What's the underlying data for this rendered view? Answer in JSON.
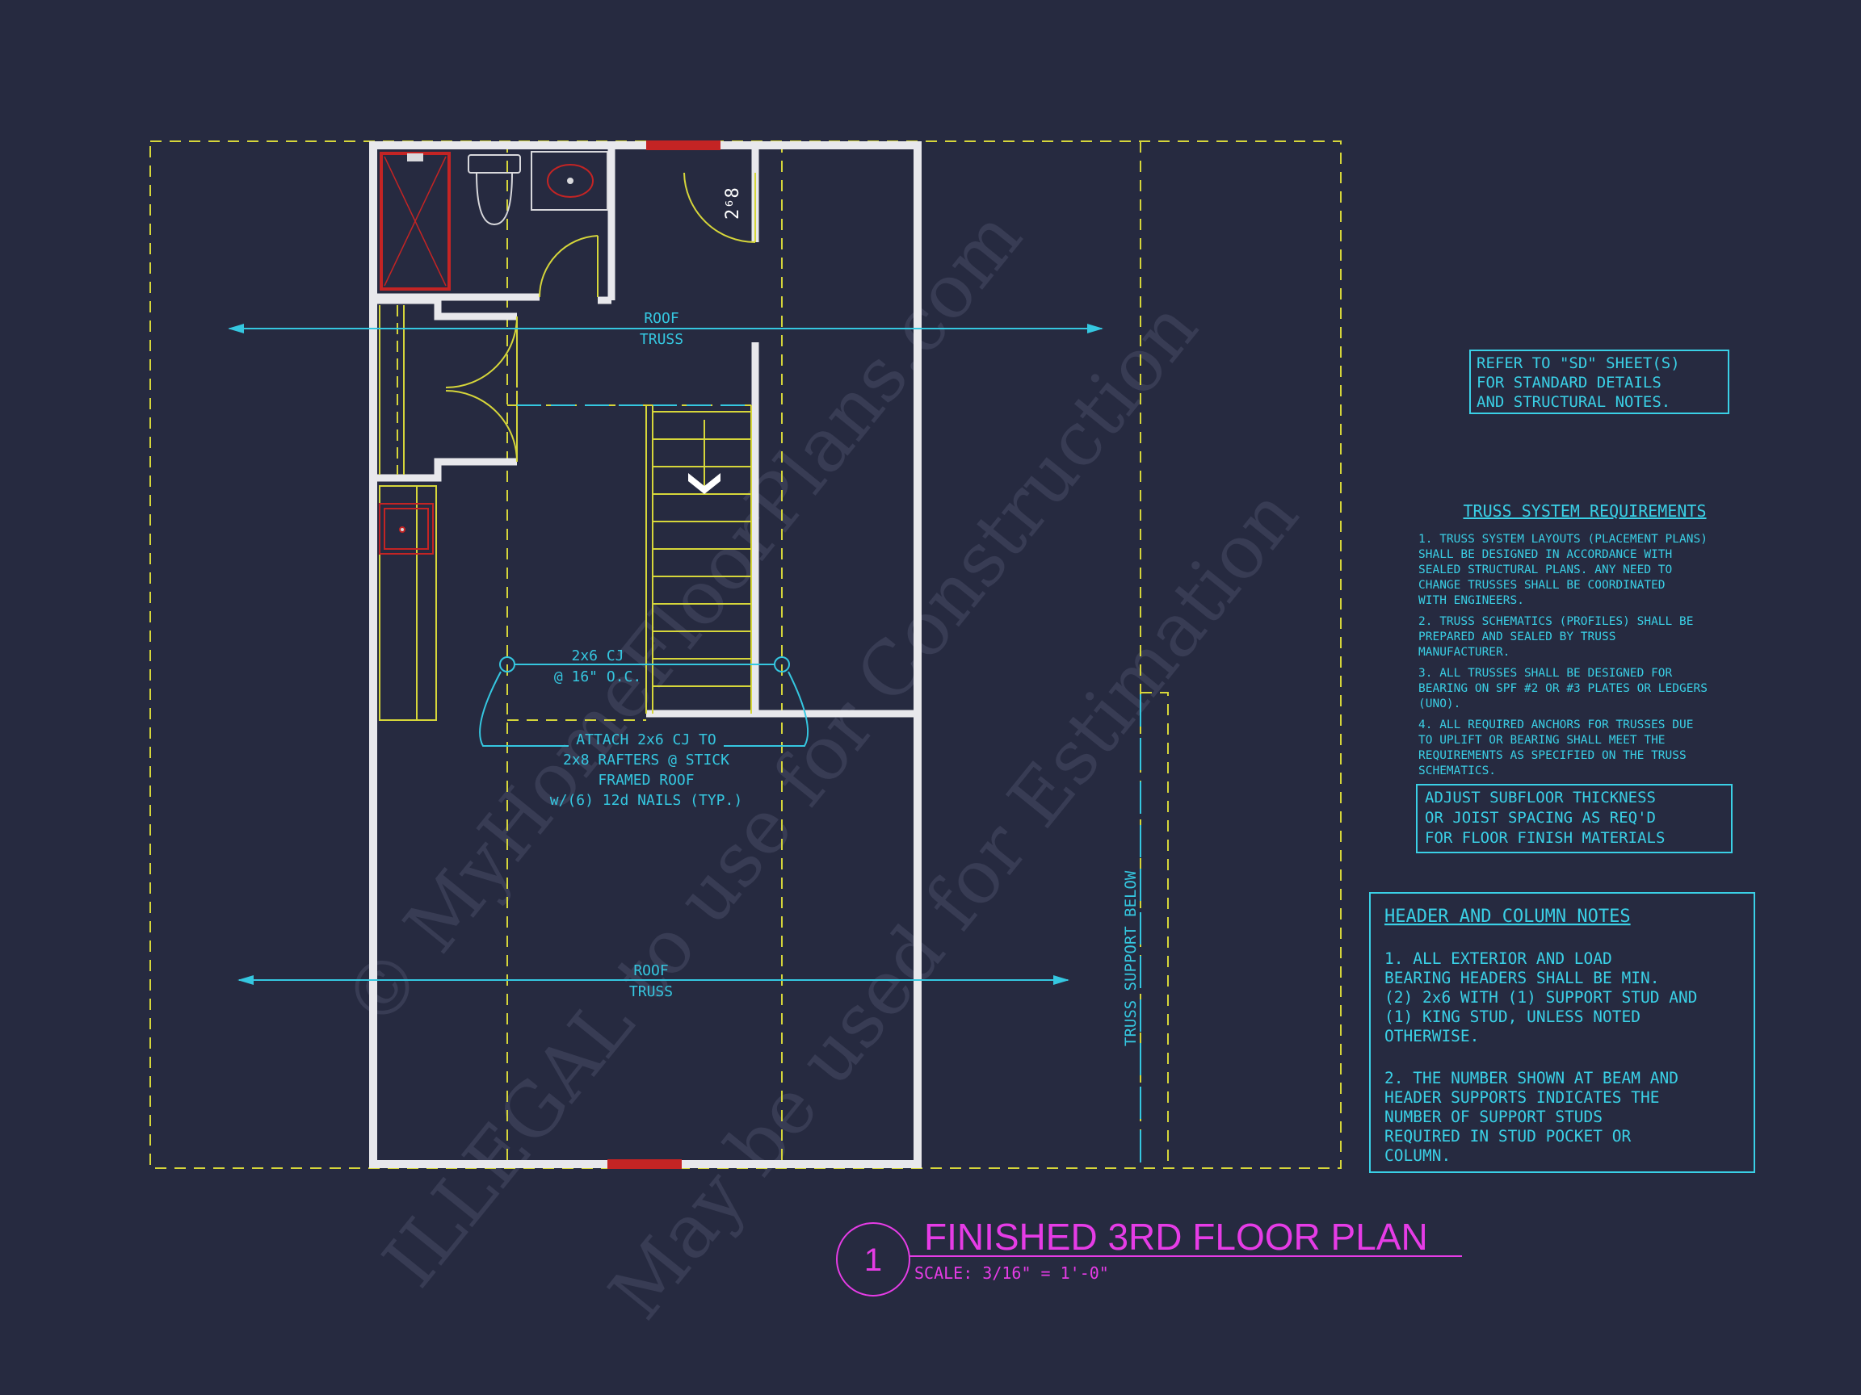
{
  "colors": {
    "background": "#262a40",
    "wall": "#e8e8ec",
    "dashed": "#d6d63a",
    "dimension": "#35c7e0",
    "notes": "#3ad0e6",
    "red": "#d42a2a",
    "title": "#e63ce6",
    "fixture": "#d8d8dc",
    "watermark": "#3c4058"
  },
  "watermark": {
    "line1": "© MyHomeFloorPlans.com",
    "line2": "ILLEGAL to use for Construction",
    "line3": "May be used for Estimation"
  },
  "labels": {
    "door_size": "2⁶8",
    "roof_truss_top": [
      "ROOF",
      "TRUSS"
    ],
    "roof_truss_bottom": [
      "ROOF",
      "TRUSS"
    ],
    "ceiling_joist": [
      "2x6 CJ",
      "@ 16\" O.C."
    ],
    "attach_note": [
      "ATTACH 2x6 CJ TO",
      "2x8 RAFTERS @ STICK",
      "FRAMED ROOF",
      "w/(6) 12d NAILS (TYP.)"
    ],
    "truss_support": "TRUSS SUPPORT BELOW"
  },
  "notes": {
    "refer_box": [
      "REFER TO \"SD\" SHEET(S)",
      "FOR STANDARD DETAILS",
      "AND STRUCTURAL NOTES."
    ],
    "truss_title": "TRUSS SYSTEM REQUIREMENTS",
    "truss_items": [
      [
        "1. TRUSS SYSTEM LAYOUTS (PLACEMENT PLANS)",
        "SHALL BE DESIGNED IN ACCORDANCE WITH",
        "SEALED STRUCTURAL PLANS. ANY NEED TO",
        "CHANGE TRUSSES SHALL BE COORDINATED",
        "WITH ENGINEERS."
      ],
      [
        "2. TRUSS SCHEMATICS (PROFILES) SHALL BE",
        "PREPARED AND SEALED BY TRUSS",
        "MANUFACTURER."
      ],
      [
        "3. ALL TRUSSES SHALL BE DESIGNED FOR",
        "BEARING ON SPF #2 OR #3 PLATES OR LEDGERS",
        "(UNO)."
      ],
      [
        "4. ALL REQUIRED ANCHORS FOR TRUSSES DUE",
        "TO UPLIFT OR BEARING SHALL MEET THE",
        "REQUIREMENTS AS SPECIFIED ON THE TRUSS",
        "SCHEMATICS."
      ]
    ],
    "subfloor_box": [
      "ADJUST SUBFLOOR THICKNESS",
      "OR JOIST SPACING AS REQ'D",
      "FOR FLOOR FINISH MATERIALS"
    ],
    "header_title": "HEADER AND COLUMN NOTES",
    "header_items": [
      [
        "1. ALL EXTERIOR AND LOAD",
        "BEARING HEADERS SHALL BE MIN.",
        "(2) 2x6 WITH (1) SUPPORT STUD AND",
        "(1) KING STUD, UNLESS NOTED",
        "OTHERWISE."
      ],
      [
        "2. THE NUMBER SHOWN AT BEAM AND",
        "HEADER SUPPORTS INDICATES THE",
        "NUMBER OF SUPPORT STUDS",
        "REQUIRED IN STUD POCKET OR",
        "COLUMN."
      ]
    ]
  },
  "title_block": {
    "number": "1",
    "title": "FINISHED 3RD FLOOR PLAN",
    "scale": "SCALE: 3/16\" = 1'-0\""
  }
}
